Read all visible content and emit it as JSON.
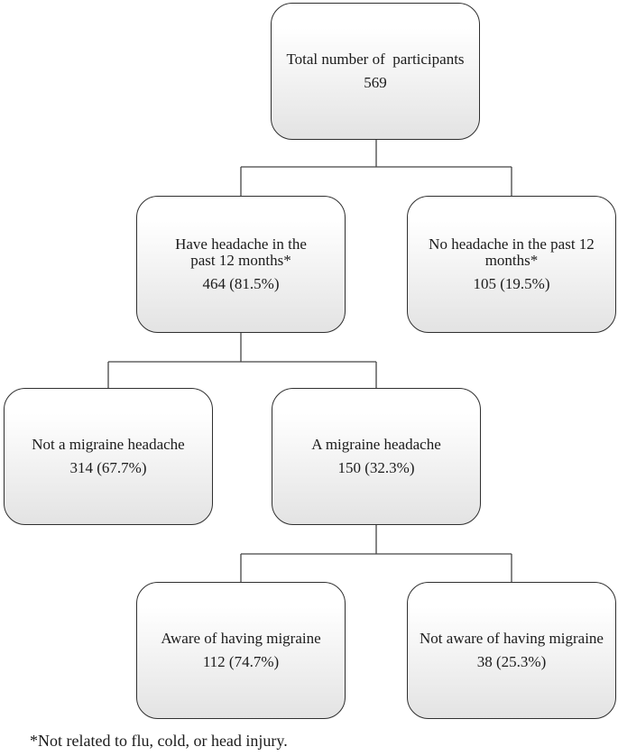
{
  "style": {
    "background": "#ffffff",
    "box_border": "#2f2f2f",
    "box_fill_top": "#ffffff",
    "box_fill_bottom": "#e3e3e3",
    "connector": "#454545",
    "text": "#1b1b1b"
  },
  "nodes": [
    {
      "id": "total-participants",
      "label_lines": [
        "Total number of  participants"
      ],
      "value": "569"
    },
    {
      "id": "have-headache",
      "label_lines": [
        "Have headache in the",
        "past 12 months*"
      ],
      "value": "464 (81.5%)"
    },
    {
      "id": "no-headache",
      "label_lines": [
        "No headache in the past 12",
        "months*"
      ],
      "value": "105 (19.5%)"
    },
    {
      "id": "not-migraine",
      "label_lines": [
        "Not a migraine headache"
      ],
      "value": "314 (67.7%)"
    },
    {
      "id": "migraine",
      "label_lines": [
        "A migraine headache"
      ],
      "value": "150 (32.3%)"
    },
    {
      "id": "aware-migraine",
      "label_lines": [
        "Aware of having migraine"
      ],
      "value": "112 (74.7%)"
    },
    {
      "id": "not-aware-migraine",
      "label_lines": [
        "Not aware of having migraine"
      ],
      "value": "38 (25.3%)"
    }
  ],
  "footnote": "*Not related to flu, cold, or head injury."
}
